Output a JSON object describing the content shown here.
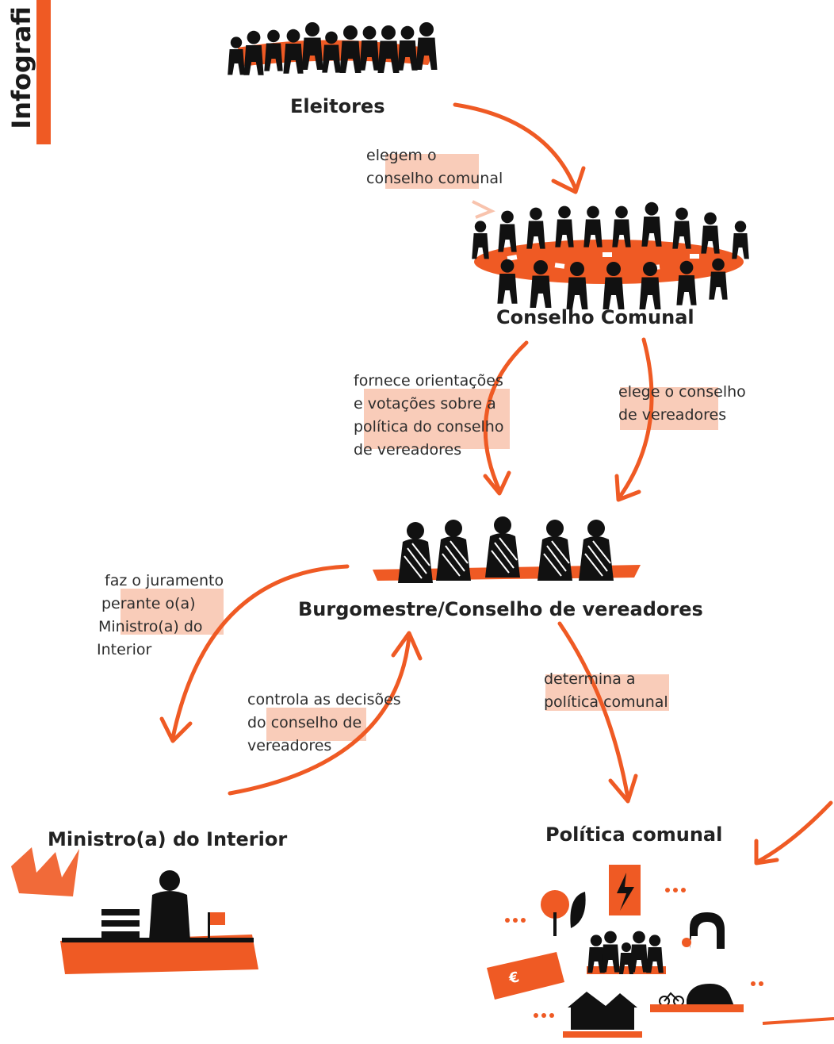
{
  "tab": {
    "label": "Infografi"
  },
  "nodes": {
    "eleitores": "Eleitores",
    "conselho": "Conselho Comunal",
    "burgomestre": "Burgomestre/Conselho de vereadores",
    "ministro": "Ministro(a) do Interior",
    "politica": "Política comunal"
  },
  "edges": {
    "elegem": [
      "elegem o",
      "conselho comunal"
    ],
    "fornece": [
      "fornece orientações",
      "e votações sobre a",
      "política do conselho",
      "de vereadores"
    ],
    "elege": [
      "elege o conselho",
      "de vereadores"
    ],
    "juramento": [
      "faz o juramento",
      "perante o(a)",
      "Ministro(a) do",
      "Interior"
    ],
    "controla": [
      "controla as decisões",
      "do conselho de",
      "vereadores"
    ],
    "determina": [
      "determina a",
      "política comunal"
    ]
  },
  "icons": {
    "currency": "€"
  },
  "colors": {
    "accent": "#ef5a24",
    "ink": "#111111",
    "highlight": "#f8c3ad"
  }
}
